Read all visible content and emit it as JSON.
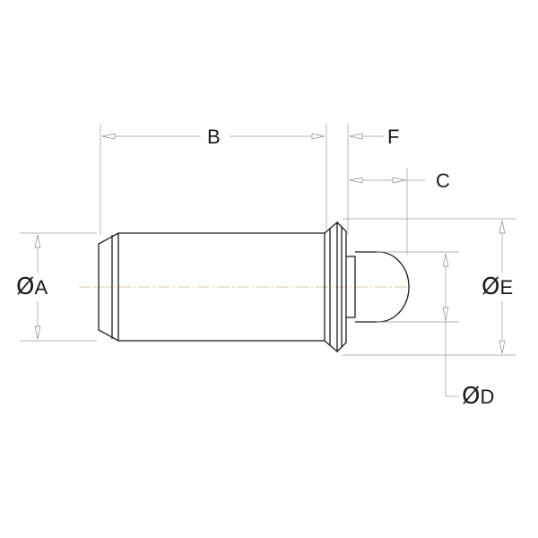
{
  "labels": {
    "dim_a": {
      "symbol": "Ø",
      "letter": "A"
    },
    "dim_b": "B",
    "dim_c": "C",
    "dim_d": {
      "symbol": "Ø",
      "letter": "D"
    },
    "dim_e": {
      "symbol": "Ø",
      "letter": "E"
    },
    "dim_f": "F"
  },
  "colors": {
    "outline": "#1a1a1a",
    "dimension_lines": "#9a9a9a",
    "centerline": "#e0c9a8"
  }
}
